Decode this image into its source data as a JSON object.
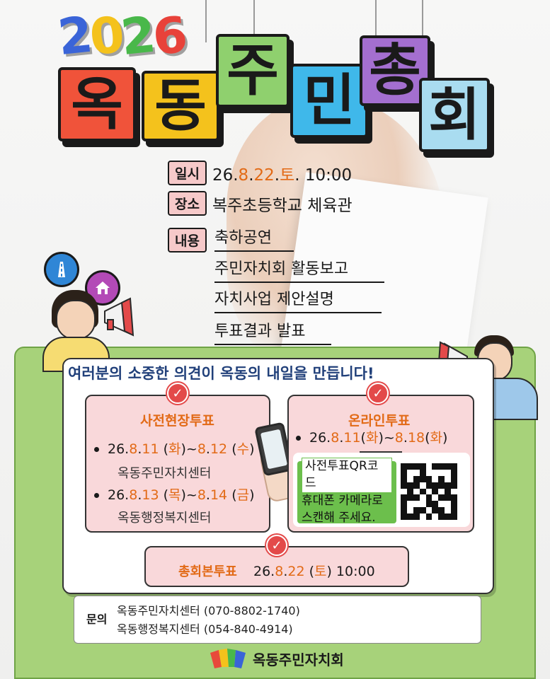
{
  "header": {
    "year": "2026",
    "title_chars": [
      "옥",
      "동",
      "주",
      "민",
      "총",
      "회"
    ]
  },
  "details": {
    "date_label": "일시",
    "date_value_parts": [
      "26.",
      "8",
      ".",
      "22",
      ".",
      "토",
      ". 10:00"
    ],
    "place_label": "장소",
    "place_value": "복주초등학교 체육관",
    "content_label": "내용",
    "content_items": [
      "축하공연",
      "주민자치회 활동보고",
      "자치사업 제안설명",
      "투표결과 발표"
    ]
  },
  "voting": {
    "headline": "여러분의 소중한 의견이 옥동의 내일을 만듭니다!",
    "advance": {
      "title": "사전현장투표",
      "sessions": [
        {
          "date_parts": [
            "26.",
            "8",
            ".",
            "11",
            " (",
            "화",
            ")~",
            "8",
            ".",
            "12",
            " (",
            "수",
            ")"
          ],
          "place": "옥동주민자치센터"
        },
        {
          "date_parts": [
            "26.",
            "8",
            ".",
            "13",
            " (",
            "목",
            ")~",
            "8",
            ".",
            "14",
            " (",
            "금",
            ")"
          ],
          "place": "옥동행정복지센터"
        }
      ]
    },
    "online": {
      "title": "온라인투표",
      "date_parts": [
        "26.",
        "8",
        ".",
        "11",
        "(",
        "화",
        ")~",
        "8",
        ".",
        "18",
        "(",
        "화",
        ")"
      ],
      "qr_lines": [
        "사전투표QR코드",
        "휴대폰 카메라로",
        "스캔해 주세요."
      ]
    },
    "main": {
      "title": "총회본투표",
      "date_parts": [
        "26.",
        "8",
        ".",
        "22",
        " (",
        "토",
        ") 10:00"
      ]
    }
  },
  "contact": {
    "label": "문의",
    "lines": [
      "옥동주민자치센터 (070-8802-1740)",
      "옥동행정복지센터 (054-840-4914)"
    ]
  },
  "footer": {
    "org_name": "옥동주민자치회"
  },
  "colors": {
    "accent_orange": "#e26a16",
    "green_panel": "#a7d27a",
    "pink_box": "#f9d8da",
    "check_red": "#e34a4a",
    "tile_red": "#f0533a",
    "tile_yellow": "#f4c21c",
    "tile_green": "#8fd06e",
    "tile_blue": "#3fb8ea",
    "tile_purple": "#a46fd0",
    "tile_lightblue": "#a9dcf0"
  }
}
